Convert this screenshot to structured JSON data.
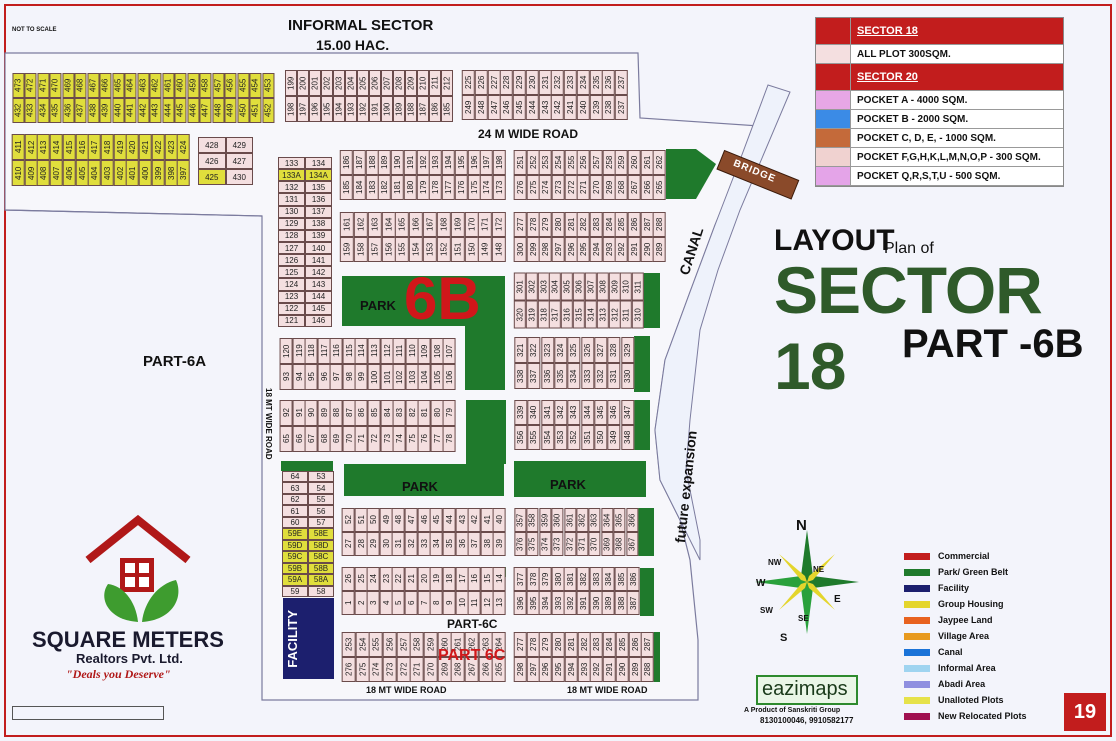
{
  "header": {
    "not_to_scale": "NOT TO SCALE",
    "informal_sector": "INFORMAL SECTOR",
    "informal_area": "15.00 HAC."
  },
  "title": {
    "layout": "LAYOUT",
    "plan_of": "Plan of",
    "sector": "SECTOR 18",
    "part": "PART -6B"
  },
  "labels": {
    "road_24": "24 M WIDE ROAD",
    "road_18_vert": "18 MT WIDE ROAD",
    "road_18_a": "18 MT WIDE ROAD",
    "road_18_b": "18 MT WIDE ROAD",
    "part_6a": "PART-6A",
    "big_6b": "6B",
    "park1": "PARK",
    "park2": "PARK",
    "park3": "PARK",
    "canal": "CANAL",
    "future": "future expansion",
    "bridge": "BRIDGE",
    "part_6c": "PART-6C",
    "part_6c_red": "PART 6C",
    "facility": "FACILITY"
  },
  "sector_table": [
    {
      "text": "SECTOR 18",
      "header": true,
      "swatch": "#c21d1d"
    },
    {
      "text": "ALL PLOT 300SQM.",
      "header": false,
      "swatch": "#f4dfe0"
    },
    {
      "text": "SECTOR 20",
      "header": true,
      "swatch": "#c21d1d"
    },
    {
      "text": "POCKET A   - 4000 SQM.",
      "header": false,
      "swatch": "#e7a7e6"
    },
    {
      "text": "POCKET B   - 2000 SQM.",
      "header": false,
      "swatch": "#3b8be6"
    },
    {
      "text": "POCKET C, D, E, - 1000 SQM.",
      "header": false,
      "swatch": "#c46a3a"
    },
    {
      "text": "POCKET  F,G,H,K,L,M,N,O,P  - 300 SQM.",
      "header": false,
      "swatch": "#f0d2d0"
    },
    {
      "text": "POCKET Q,R,S,T,U  - 500 SQM.",
      "header": false,
      "swatch": "#e4a4e8"
    }
  ],
  "key": [
    {
      "text": "Commercial",
      "color": "#c21d1d"
    },
    {
      "text": "Park/ Green Belt",
      "color": "#1f7a2c"
    },
    {
      "text": "Facility",
      "color": "#1c1f6e"
    },
    {
      "text": "Group Housing",
      "color": "#e4d52c"
    },
    {
      "text": "Jaypee Land",
      "color": "#e8621f"
    },
    {
      "text": "Village Area",
      "color": "#e89a1f"
    },
    {
      "text": "Canal",
      "color": "#1a73d8"
    },
    {
      "text": "Informal Area",
      "color": "#9fd4f0"
    },
    {
      "text": "Abadi Area",
      "color": "#8f8fe0"
    },
    {
      "text": "Unalloted Plots",
      "color": "#e6e24a"
    },
    {
      "text": "New Relocated Plots",
      "color": "#a01050"
    }
  ],
  "compass": {
    "n": "N",
    "s": "S",
    "e": "E",
    "w": "W",
    "ne": "NE",
    "nw": "NW",
    "se": "SE",
    "sw": "SW"
  },
  "brand": {
    "name": "SQUARE METERS",
    "sub": "Realtors Pvt. Ltd.",
    "tagline": "\"Deals you Deserve\"",
    "eazimaps": "eazimaps",
    "eazi_sub": "A Product of Sanskriti Group",
    "eazi_phone": "8130100046, 9910582177"
  },
  "page_number": "19",
  "plot_groups": {
    "yellow_top": [
      [
        473,
        472,
        471,
        470,
        469,
        468,
        467,
        466,
        465,
        464,
        463,
        462,
        461,
        460,
        459,
        458,
        457,
        456,
        455,
        454,
        453
      ],
      [
        432,
        433,
        434,
        435,
        436,
        437,
        438,
        439,
        440,
        441,
        442,
        443,
        444,
        445,
        446,
        447,
        448,
        449,
        450,
        451,
        452
      ]
    ],
    "yellow_mid": [
      [
        411,
        412,
        413,
        414,
        415,
        416,
        417,
        418,
        419,
        420,
        421,
        422,
        423,
        424
      ],
      [
        410,
        409,
        408,
        407,
        406,
        405,
        404,
        403,
        402,
        401,
        400,
        399,
        398,
        397
      ]
    ],
    "col_428": [
      [
        428,
        429
      ],
      [
        426,
        427
      ],
      [
        425,
        430
      ]
    ],
    "row_199": [
      [
        199,
        200,
        201,
        202,
        203,
        204,
        205,
        206,
        207,
        208,
        209,
        210,
        211,
        212
      ],
      [
        198,
        197,
        196,
        195,
        194,
        193,
        192,
        191,
        190,
        189,
        188,
        187,
        186,
        185
      ]
    ],
    "row_225": [
      [
        225,
        226,
        227,
        228,
        229,
        230,
        231,
        232,
        233,
        234,
        235,
        236,
        237
      ],
      [
        249,
        248,
        247,
        246,
        245,
        244,
        243,
        242,
        241,
        240,
        239,
        238,
        237
      ]
    ],
    "row_186": [
      [
        186,
        187,
        188,
        189,
        190,
        191,
        192,
        193,
        194,
        195,
        196,
        197,
        198
      ],
      [
        185,
        184,
        183,
        182,
        181,
        180,
        179,
        178,
        177,
        176,
        175,
        174,
        173
      ]
    ],
    "row_251": [
      [
        251,
        252,
        253,
        254,
        255,
        256,
        257,
        258,
        259,
        260,
        261,
        262
      ],
      [
        276,
        275,
        274,
        273,
        272,
        271,
        270,
        269,
        268,
        267,
        266,
        265
      ]
    ],
    "row_161": [
      [
        161,
        162,
        163,
        164,
        165,
        166,
        167,
        168,
        169,
        170,
        171,
        172
      ],
      [
        159,
        158,
        157,
        156,
        155,
        154,
        153,
        152,
        151,
        150,
        149,
        148
      ]
    ],
    "row_277": [
      [
        277,
        278,
        279,
        280,
        281,
        282,
        283,
        284,
        285,
        286,
        287,
        288
      ],
      [
        300,
        299,
        298,
        297,
        296,
        295,
        294,
        293,
        292,
        291,
        290,
        289
      ]
    ],
    "row_301": [
      [
        301,
        302,
        303,
        304,
        305,
        306,
        307,
        308,
        309,
        310,
        311
      ],
      [
        320,
        319,
        318,
        317,
        316,
        315,
        314,
        313,
        312,
        311,
        310
      ]
    ],
    "row_321": [
      [
        321,
        322,
        323,
        324,
        325,
        326,
        327,
        328,
        329
      ],
      [
        338,
        337,
        336,
        335,
        334,
        333,
        332,
        331,
        330
      ]
    ],
    "row_120": [
      [
        120,
        119,
        118,
        117,
        116,
        115,
        114,
        113,
        112,
        111,
        110,
        109,
        108,
        107
      ],
      [
        93,
        94,
        95,
        96,
        97,
        98,
        99,
        100,
        101,
        102,
        103,
        104,
        105,
        106
      ]
    ],
    "row_92": [
      [
        92,
        91,
        90,
        89,
        88,
        87,
        86,
        85,
        84,
        83,
        82,
        81,
        80,
        79
      ],
      [
        65,
        66,
        67,
        68,
        69,
        70,
        71,
        72,
        73,
        74,
        75,
        76,
        77,
        78
      ]
    ],
    "row_339": [
      [
        339,
        340,
        341,
        342,
        343,
        344,
        345,
        346,
        347
      ],
      [
        356,
        355,
        354,
        353,
        352,
        351,
        350,
        349,
        348
      ]
    ],
    "row_52": [
      [
        52,
        51,
        50,
        49,
        48,
        47,
        46,
        45,
        44,
        43,
        42,
        41,
        40
      ],
      [
        27,
        28,
        29,
        30,
        31,
        32,
        33,
        34,
        35,
        36,
        37,
        38,
        39
      ]
    ],
    "row_357": [
      [
        357,
        358,
        359,
        360,
        361,
        362,
        363,
        364,
        365,
        366
      ],
      [
        376,
        375,
        374,
        373,
        372,
        371,
        370,
        369,
        368,
        367
      ]
    ],
    "row_26": [
      [
        26,
        25,
        24,
        23,
        22,
        21,
        20,
        19,
        18,
        17,
        16,
        15,
        14
      ],
      [
        1,
        2,
        3,
        4,
        5,
        6,
        7,
        8,
        9,
        10,
        11,
        12,
        13
      ]
    ],
    "row_377": [
      [
        377,
        378,
        379,
        380,
        381,
        382,
        383,
        384,
        385,
        386
      ],
      [
        396,
        395,
        394,
        393,
        392,
        391,
        390,
        389,
        388,
        387
      ]
    ],
    "row_253": [
      [
        253,
        254,
        255,
        256,
        257,
        258,
        259,
        260,
        261,
        262,
        263,
        264
      ],
      [
        276,
        275,
        274,
        273,
        272,
        271,
        270,
        269,
        268,
        267,
        266,
        265
      ]
    ],
    "row_277c": [
      [
        277,
        278,
        279,
        280,
        281,
        282,
        283,
        284,
        285,
        286,
        287
      ],
      [
        298,
        297,
        296,
        295,
        294,
        293,
        292,
        291,
        290,
        289,
        288
      ]
    ],
    "col_133": [
      [
        133,
        134
      ],
      [
        "133A",
        "134A"
      ],
      [
        132,
        135
      ],
      [
        131,
        136
      ],
      [
        130,
        137
      ],
      [
        129,
        138
      ],
      [
        128,
        139
      ],
      [
        127,
        140
      ],
      [
        126,
        141
      ],
      [
        125,
        142
      ],
      [
        124,
        143
      ],
      [
        123,
        144
      ],
      [
        122,
        145
      ],
      [
        121,
        146
      ]
    ],
    "col_64": [
      [
        64,
        53
      ],
      [
        63,
        54
      ],
      [
        62,
        55
      ],
      [
        61,
        56
      ],
      [
        60,
        57
      ],
      [
        "59E",
        "58E"
      ],
      [
        "59D",
        "58D"
      ],
      [
        "59C",
        "58C"
      ],
      [
        "59B",
        "58B"
      ],
      [
        "59A",
        "58A"
      ],
      [
        59,
        58
      ]
    ]
  }
}
